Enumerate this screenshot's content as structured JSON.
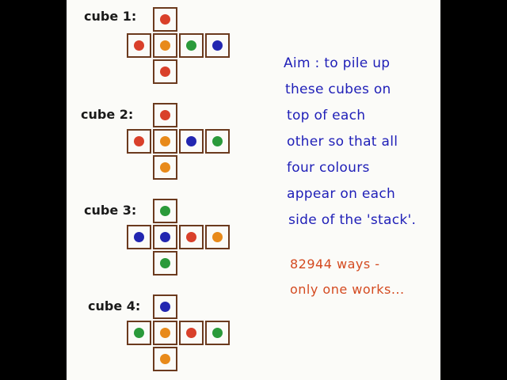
{
  "colors": {
    "red": "#d9402a",
    "orange": "#e88a1a",
    "green": "#2a9a3a",
    "blue": "#2226b0",
    "grid": "#6b3a1e",
    "aim_text": "#2020b8",
    "ways_text": "#d44a20"
  },
  "cubes": [
    {
      "label": "cube 1:",
      "top": "red",
      "middle": [
        "red",
        "orange",
        "green",
        "blue"
      ],
      "bottom": "red"
    },
    {
      "label": "cube 2:",
      "top": "red",
      "middle": [
        "red",
        "orange",
        "blue",
        "green"
      ],
      "bottom": "orange"
    },
    {
      "label": "cube 3:",
      "top": "green",
      "middle": [
        "blue",
        "blue",
        "red",
        "orange"
      ],
      "bottom": "green"
    },
    {
      "label": "cube 4:",
      "top": "blue",
      "middle": [
        "green",
        "orange",
        "red",
        "green"
      ],
      "bottom": "orange"
    }
  ],
  "aim": {
    "lines": [
      "Aim : to pile up",
      "these cubes on",
      "top of each",
      "other so that all",
      "four colours",
      "appear on each",
      "side of the 'stack'."
    ]
  },
  "ways": {
    "lines": [
      "82944 ways -",
      "only one works..."
    ]
  }
}
